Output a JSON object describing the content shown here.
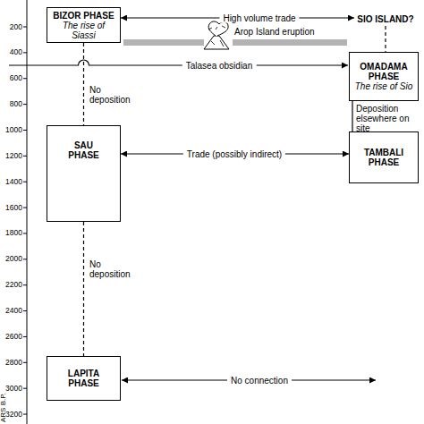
{
  "diagram": {
    "nodes": [
      {
        "text": [
          "BIZOR PHASE",
          "The rise of Siassi"
        ]
      },
      {
        "text": [
          "SIO ISLAND?"
        ]
      },
      {
        "text": [
          "OMADAMA PHASE",
          "The rise of Sio"
        ]
      },
      {
        "text": [
          "SAU PHASE"
        ]
      },
      {
        "text": [
          "TAMBALI PHASE"
        ]
      },
      {
        "text": [
          "LAPITA PHASE"
        ]
      }
    ],
    "edges": [
      {
        "from": 0,
        "to": 1,
        "label": "High volume trade",
        "arrow": "both"
      },
      {
        "from": 0,
        "to": 3,
        "label": "No deposition",
        "arrow": "none"
      },
      {
        "from": 1,
        "to": 2,
        "arrow": "none"
      },
      {
        "from": 2,
        "to": 4,
        "label": "Deposition elsewhere on site",
        "arrow": "none"
      },
      {
        "from": 3,
        "to": 4,
        "label": "Trade (possibly indirect)",
        "arrow": "both"
      },
      {
        "from": 3,
        "to": 5,
        "label": "No deposition",
        "arrow": "none"
      }
    ],
    "labels": [
      "Arop Island eruption",
      "Talasea obsidian",
      "No connection",
      "ARS B.P.",
      "200",
      "400",
      "600",
      "800",
      "1000",
      "1200",
      "1400",
      "1600",
      "1800",
      "2000",
      "2200",
      "2400",
      "2600",
      "2800",
      "3000",
      "3200"
    ]
  }
}
